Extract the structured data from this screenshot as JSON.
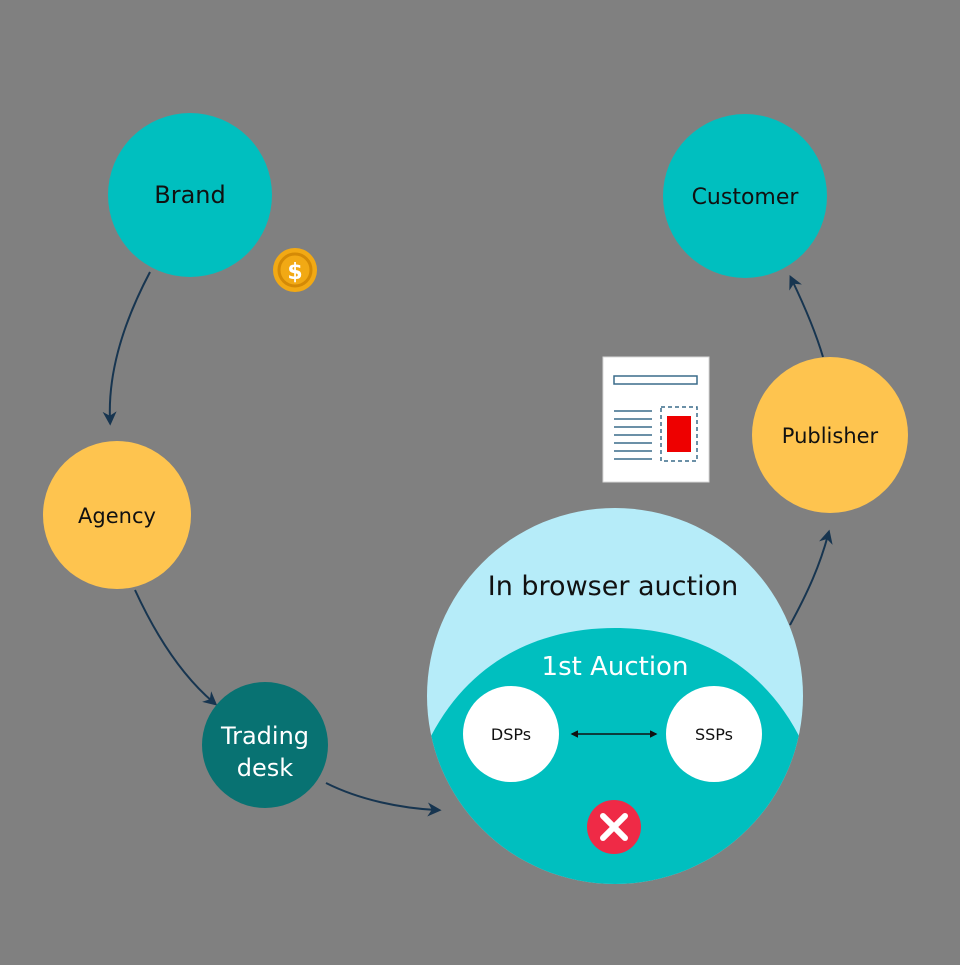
{
  "nodes": {
    "brand": "Brand",
    "customer": "Customer",
    "agency": "Agency",
    "publisher": "Publisher",
    "trading_desk_line1": "Trading",
    "trading_desk_line2": "desk",
    "auction_title": "In browser auction",
    "first_auction": "1st Auction",
    "dsps": "DSPs",
    "ssps": "SSPs"
  },
  "icons": {
    "coin": "dollar-coin-icon",
    "webpage": "webpage-ad-icon",
    "reject": "cross-icon"
  },
  "colors": {
    "background": "#808080",
    "teal": "#00bfbf",
    "dark_teal": "#087272",
    "yellow": "#fec44f",
    "light_blue": "#b6ecf9",
    "white": "#ffffff",
    "arrow": "#173550",
    "coin": "#f2a914",
    "ad_red": "#ee0000",
    "reject_red": "#ef2a46"
  }
}
